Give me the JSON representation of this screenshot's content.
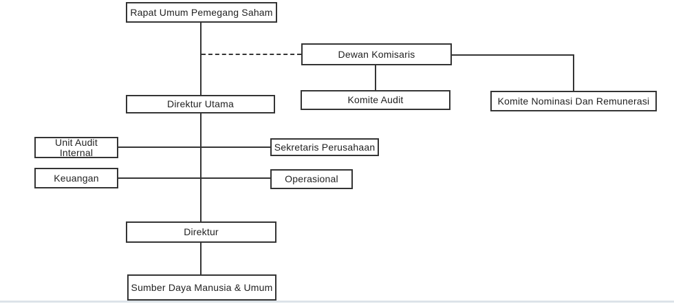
{
  "colors": {
    "canvas-bg": "#ffffff",
    "box-border": "#333333",
    "box-text": "#1f1f1f",
    "connector": "#333333",
    "bottom-strip": "#dce3e9"
  },
  "nodes": {
    "rapat_umum": "Rapat Umum Pemegang Saham",
    "dewan_komisaris": "Dewan Komisaris",
    "komite_audit": "Komite Audit",
    "komite_nominasi": "Komite Nominasi Dan Remunerasi",
    "direktur_utama": "Direktur Utama",
    "unit_audit_internal": "Unit Audit Internal",
    "sekretaris_perusahaan": "Sekretaris Perusahaan",
    "keuangan": "Keuangan",
    "operasional": "Operasional",
    "direktur": "Direktur",
    "sumber_daya": "Sumber Daya Manusia & Umum"
  }
}
